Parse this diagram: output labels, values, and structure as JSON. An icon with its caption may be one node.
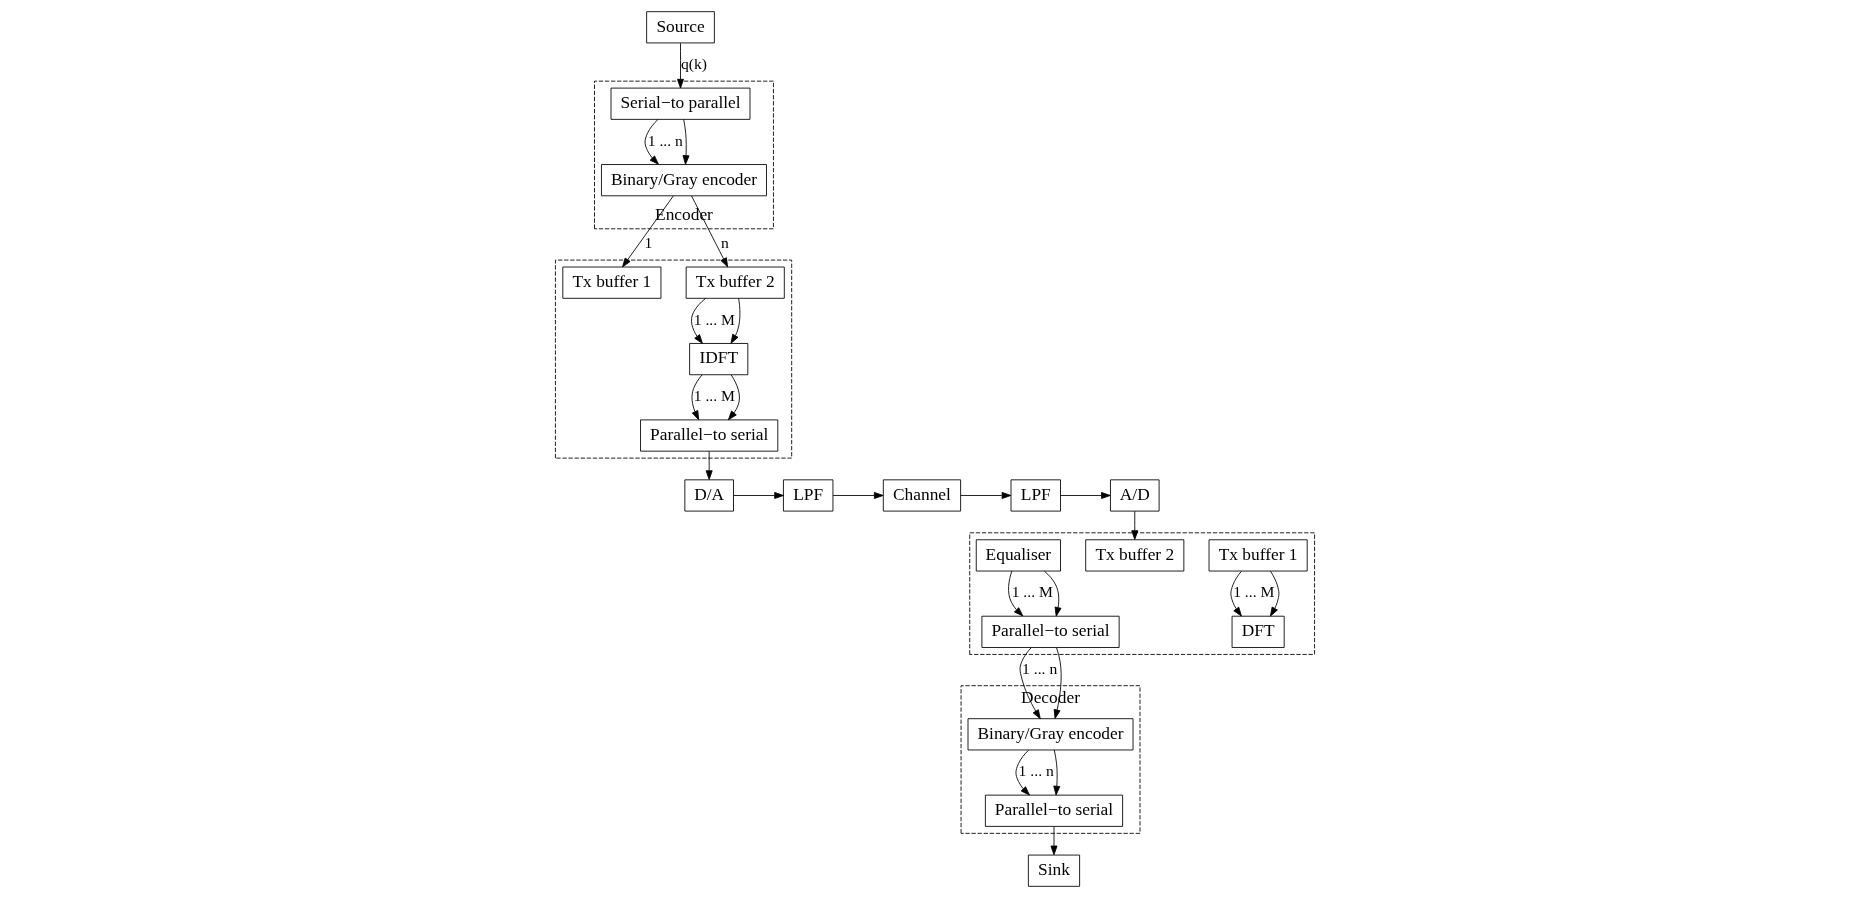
{
  "diagram": {
    "nodes": [
      {
        "text": [
          "Source"
        ]
      },
      {
        "text": [
          "Encoder"
        ]
      },
      {
        "text": [
          "Serial−to parallel"
        ],
        "in": 1
      },
      {
        "text": [
          "Binary/Gray encoder"
        ],
        "in": 1
      },
      {
        "text": [],
        "shape": "box"
      },
      {
        "text": [
          "Tx buffer 1"
        ],
        "in": 4
      },
      {
        "text": [
          "Tx buffer 2"
        ],
        "in": 4
      },
      {
        "text": [
          "IDFT"
        ],
        "in": 4
      },
      {
        "text": [
          "Parallel−to serial"
        ],
        "in": 4
      },
      {
        "text": [
          "D/A"
        ]
      },
      {
        "text": [
          "LPF"
        ]
      },
      {
        "text": [
          "Channel"
        ]
      },
      {
        "text": [
          "LPF"
        ]
      },
      {
        "text": [
          "A/D"
        ]
      },
      {
        "text": [],
        "shape": "box"
      },
      {
        "text": [
          "Tx buffer 1"
        ],
        "in": 14
      },
      {
        "text": [
          "Tx buffer 2"
        ],
        "in": 14
      },
      {
        "text": [
          "DFT"
        ],
        "in": 14
      },
      {
        "text": [
          "Equaliser"
        ],
        "in": 14
      },
      {
        "text": [
          "Parallel−to serial"
        ],
        "in": 14
      },
      {
        "text": [
          "Decoder"
        ]
      },
      {
        "text": [
          "Binary/Gray encoder"
        ],
        "in": 20
      },
      {
        "text": [
          "Parallel−to serial"
        ],
        "in": 20
      },
      {
        "text": [
          "Sink"
        ]
      }
    ],
    "edges": [
      {
        "from": 0,
        "to": 2,
        "arrow": "to",
        "label": "q(k)"
      },
      {
        "from": 2,
        "to": 3,
        "arrow": "to",
        "label": "1 ... n"
      },
      {
        "from": 2,
        "to": 3,
        "arrow": "to"
      },
      {
        "from": 3,
        "to": 5,
        "arrow": "to",
        "label": "1"
      },
      {
        "from": 3,
        "to": 6,
        "arrow": "to",
        "label": "n"
      },
      {
        "from": 6,
        "to": 7,
        "arrow": "to",
        "label": "1 ... M"
      },
      {
        "from": 6,
        "to": 7,
        "arrow": "to"
      },
      {
        "from": 7,
        "to": 8,
        "arrow": "to",
        "label": "1 ... M"
      },
      {
        "from": 7,
        "to": 8,
        "arrow": "to"
      },
      {
        "from": 8,
        "to": 9,
        "arrow": "to"
      },
      {
        "from": 9,
        "to": 10,
        "arrow": "to"
      },
      {
        "from": 10,
        "to": 11,
        "arrow": "to"
      },
      {
        "from": 11,
        "to": 12,
        "arrow": "to"
      },
      {
        "from": 12,
        "to": 13,
        "arrow": "to"
      },
      {
        "from": 13,
        "to": 16,
        "arrow": "to"
      },
      {
        "from": 15,
        "to": 17,
        "arrow": "to",
        "label": "1 ... M"
      },
      {
        "from": 15,
        "to": 17,
        "arrow": "to"
      },
      {
        "from": 18,
        "to": 19,
        "arrow": "to",
        "label": "1 ... M"
      },
      {
        "from": 18,
        "to": 19,
        "arrow": "to"
      },
      {
        "from": 19,
        "to": 21,
        "arrow": "to",
        "label": "1 ... n"
      },
      {
        "from": 19,
        "to": 21,
        "arrow": "to"
      },
      {
        "from": 21,
        "to": 22,
        "arrow": "to",
        "label": "1 ... n"
      },
      {
        "from": 21,
        "to": 22,
        "arrow": "to"
      },
      {
        "from": 22,
        "to": 23,
        "arrow": "to"
      }
    ]
  }
}
